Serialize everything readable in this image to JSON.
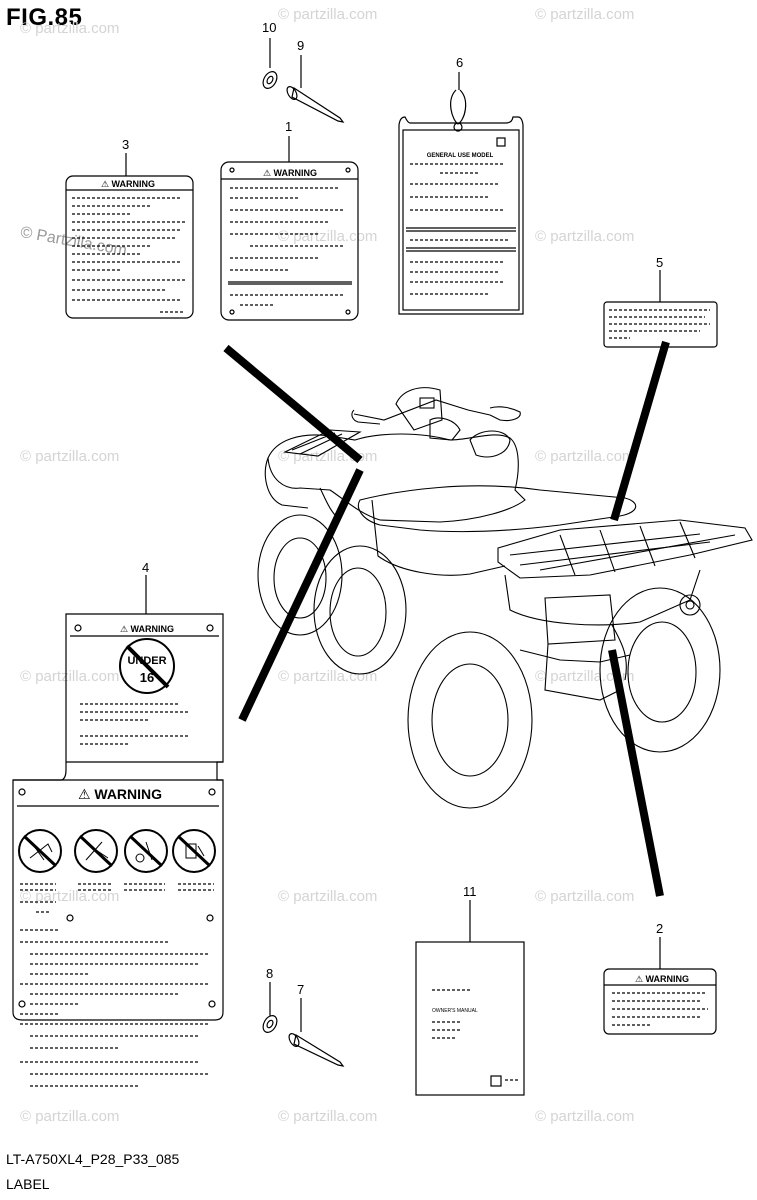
{
  "figure": {
    "title": "FIG.85"
  },
  "caption": {
    "model_code": "LT-A750XL4_P28_P33_085",
    "section_name": "LABEL"
  },
  "watermark": {
    "text": "© Partzilla.com",
    "text_lower": "© partzilla.com"
  },
  "callouts": {
    "c1": "1",
    "c2": "2",
    "c3": "3",
    "c4": "4",
    "c5": "5",
    "c6": "6",
    "c7": "7",
    "c8": "8",
    "c9": "9",
    "c10": "10",
    "c11": "11"
  },
  "labels": {
    "warning_text": "⚠ WARNING",
    "tag_title": "GENERAL USE MODEL",
    "under_text": "UNDER",
    "age_number": "16",
    "manual_text": "OWNER'S MANUAL"
  },
  "colors": {
    "line": "#000000",
    "watermark": "#d4d4d4",
    "background": "#ffffff"
  }
}
